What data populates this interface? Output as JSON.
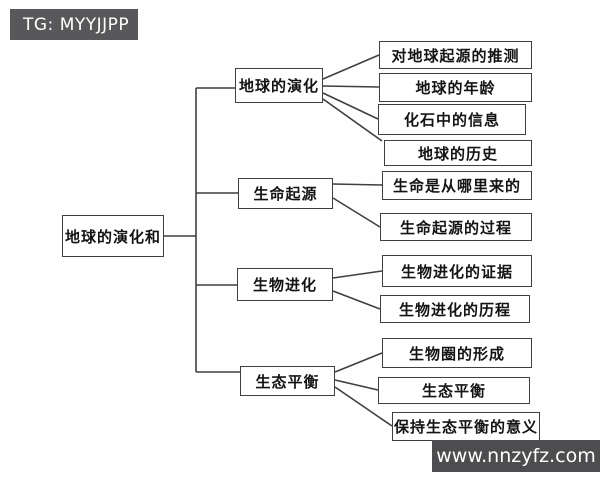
{
  "badges": {
    "top_left": "TG: MYYJJPP",
    "bottom_right": "www.nnzyfz.com"
  },
  "colors": {
    "background": "#fefefe",
    "line": "#3f3f3f",
    "box_border": "#3f3f3f",
    "box_fill": "#ffffff",
    "text": "#141414",
    "badge_top_bg": "#58585a",
    "badge_bottom_bg": "#4d4d4f",
    "badge_text": "#ffffff"
  },
  "tree": {
    "root": "地球的演化和",
    "branches": [
      {
        "label": "地球的演化",
        "children": [
          "对地球起源的推测",
          "地球的年龄",
          "化石中的信息",
          "地球的历史"
        ]
      },
      {
        "label": "生命起源",
        "children": [
          "生命是从哪里来的",
          "生命起源的过程"
        ]
      },
      {
        "label": "生物进化",
        "children": [
          "生物进化的证据",
          "生物进化的历程"
        ]
      },
      {
        "label": "生态平衡",
        "children": [
          "生物圈的形成",
          "生态平衡",
          "保持生态平衡的意义"
        ]
      }
    ]
  }
}
